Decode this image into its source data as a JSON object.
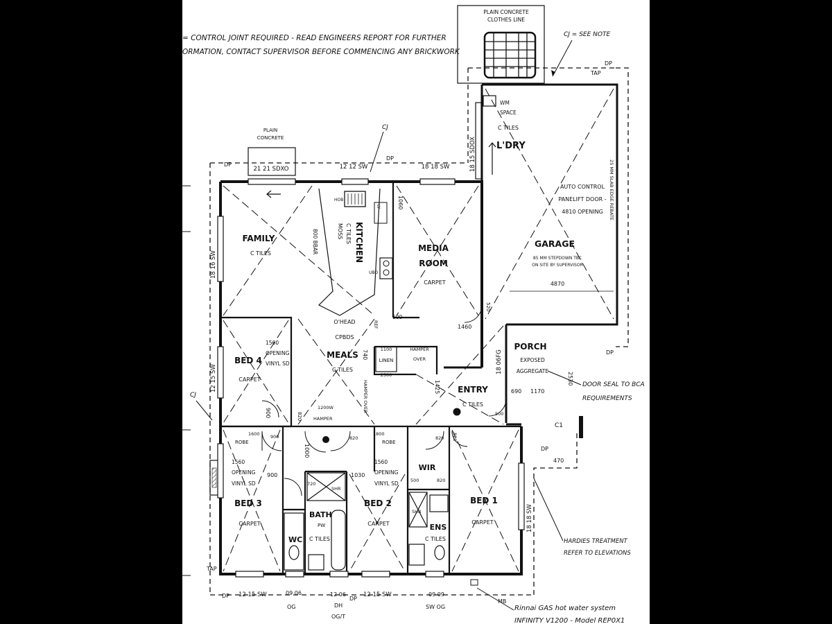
{
  "notes": {
    "top_line1": "= CONTROL JOINT REQUIRED - READ ENGINEERS REPORT FOR FURTHER",
    "top_line2": "ORMATION, CONTACT SUPERVISOR BEFORE COMMENCING ANY BRICKWORK",
    "cj_see_note": "CJ = SEE NOTE",
    "door_seal1": "DOOR SEAL TO BCA",
    "door_seal2": "REQUIREMENTS",
    "hardies1": "HARDIES TREATMENT",
    "hardies2": "REFER TO ELEVATIONS",
    "hot_water1": "Rinnai GAS hot water system",
    "hot_water2": "INFINITY V1200 - Model REP0X1"
  },
  "rooms": {
    "family": {
      "name": "FAMILY",
      "finish": "C TILES"
    },
    "kitchen": {
      "name": "KITCHEN",
      "finish": "C TILES",
      "extra": "MOSS"
    },
    "media": {
      "name1": "MEDIA",
      "name2": "ROOM",
      "finish": "CARPET"
    },
    "laundry": {
      "name": "L'DRY",
      "finish": "C TILES",
      "wm1": "WM",
      "wm2": "SPACE"
    },
    "garage": {
      "name": "GARAGE",
      "door1": "AUTO CONTROL",
      "door2": "PANELIFT DOOR -",
      "door3": "4810 OPENING",
      "step1": "85 MM STEPDOWN TBC",
      "step2": "ON SITE BY SUPERVISOR",
      "width": "4870",
      "rebate": "25 MM SLAB EDGE REBATE"
    },
    "bed4": {
      "name": "BED 4",
      "finish": "CARPET",
      "opening1": "1560",
      "opening2": "OPENING",
      "opening3": "VINYL SD"
    },
    "meals": {
      "name": "MEALS",
      "finish": "C TILES"
    },
    "porch": {
      "name": "PORCH",
      "finish1": "EXPOSED",
      "finish2": "AGGREGATE"
    },
    "entry": {
      "name": "ENTRY",
      "finish": "C TILES"
    },
    "bed3": {
      "name": "BED 3",
      "finish": "CARPET",
      "opening1": "1560",
      "opening2": "OPENING",
      "opening3": "VINYL SD"
    },
    "bath": {
      "name": "BATH",
      "finish": "C TILES",
      "pw": "PW"
    },
    "wc": {
      "name": "WC"
    },
    "bed2": {
      "name": "BED 2",
      "finish": "CARPET",
      "opening1": "1560",
      "opening2": "OPENING",
      "opening3": "VINYL SD"
    },
    "wir": {
      "name": "WIR"
    },
    "ens": {
      "name": "ENS",
      "finish": "C TILES"
    },
    "bed1": {
      "name": "BED 1",
      "finish": "CARPET"
    }
  },
  "labels": {
    "plain_concrete1": "PLAIN",
    "plain_concrete2": "CONCRETE",
    "clothesline1": "PLAIN CONCRETE",
    "clothesline2": "CLOTHES LINE",
    "w_2121": "21 21 SDXO",
    "w_1212": "12 12 SW",
    "w_1818top": "18 18 SW",
    "w_1815": "18 15 SDOX",
    "w_1816": "18 16 SW",
    "w_1215": "12 15 SW",
    "w_1818right": "18 18 SW",
    "w_1806": "18 06FG",
    "w_1215b": "12 15 SW",
    "w_0906": "09 06",
    "og1": "OG",
    "w_1206": "12 06",
    "dh": "DH",
    "ogt": "OG/T",
    "w_1215c": "12 15 SW",
    "w_0909": "09 09",
    "swog": "SW OG",
    "dp": "DP",
    "tap": "TAP",
    "cj": "CJ",
    "c1": "C1",
    "mb": "MB",
    "d1060": "1060",
    "bbar": "800 BBAR",
    "oven1": "O'HEAD",
    "oven2": "CPBDS",
    "ref": "REF",
    "d500": "500",
    "d1460": "1460",
    "d520": "520",
    "d740": "740",
    "linen1": "1100",
    "linen2": "LINEN",
    "d2500": "2500",
    "hamper1": "HAMPER",
    "hamper2": "OVER",
    "hamper_over": "HAMPER OVER",
    "d1425": "1425",
    "d690": "690",
    "d1170": "1170",
    "d2530": "2530",
    "d470": "470",
    "d900": "900",
    "d820": "820",
    "d1000": "1000",
    "d1200w": "1200W",
    "hamper3": "HAMPER",
    "robe": "ROBE",
    "d1600": "1600",
    "d1030": "1030",
    "d720": "720",
    "d900b": "900",
    "shr": "SHR",
    "robe2": "ROBE",
    "d1800": "1800",
    "d820b": "820",
    "d500b": "500",
    "hob": "HOB",
    "uBo": "UBO",
    "lv": "LY"
  }
}
